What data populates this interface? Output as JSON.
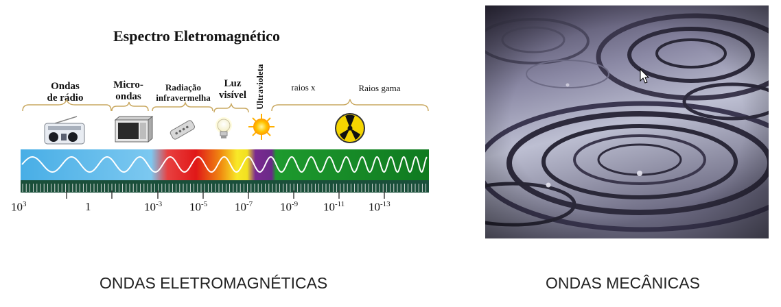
{
  "spectrum": {
    "title": "Espectro Eletromagnético",
    "bands": [
      {
        "id": "radio",
        "line1": "Ondas",
        "line2": "de rádio"
      },
      {
        "id": "micro",
        "line1": "Micro-",
        "line2": "ondas"
      },
      {
        "id": "ir",
        "line1": "Radiação",
        "line2": "infravermelha"
      },
      {
        "id": "light",
        "line1": "Luz",
        "line2": "visível"
      },
      {
        "id": "uv",
        "line1": "Ultravioleta",
        "line2": ""
      },
      {
        "id": "xray",
        "line1": "raios x",
        "line2": ""
      },
      {
        "id": "gamma",
        "line1": "Raios gama",
        "line2": ""
      }
    ],
    "axis_ticks": [
      {
        "base": "10",
        "exp": "3"
      },
      {
        "base": "1",
        "exp": ""
      },
      {
        "base": "10",
        "exp": "-3"
      },
      {
        "base": "10",
        "exp": "-5"
      },
      {
        "base": "10",
        "exp": "-7"
      },
      {
        "base": "10",
        "exp": "-9"
      },
      {
        "base": "10",
        "exp": "-11"
      },
      {
        "base": "10",
        "exp": "-13"
      }
    ],
    "colors": {
      "radio": "#5bb8e8",
      "ir": "#e02020",
      "visible": "#f5e020",
      "uv": "#7a2a90",
      "xray_gamma": "#1f9a30",
      "axis_bar": "#1a4f3a"
    },
    "icons": [
      "radio-icon",
      "microwave-icon",
      "remote-control-icon",
      "light-bulb-icon",
      "sun-icon",
      "radiation-symbol-icon"
    ]
  },
  "photo": {
    "subject": "ripples-on-water-photo",
    "icons": [
      "mouse-cursor-icon"
    ]
  },
  "captions": {
    "left": "ONDAS ELETROMAGNÉTICAS",
    "right": "ONDAS MECÂNICAS"
  }
}
